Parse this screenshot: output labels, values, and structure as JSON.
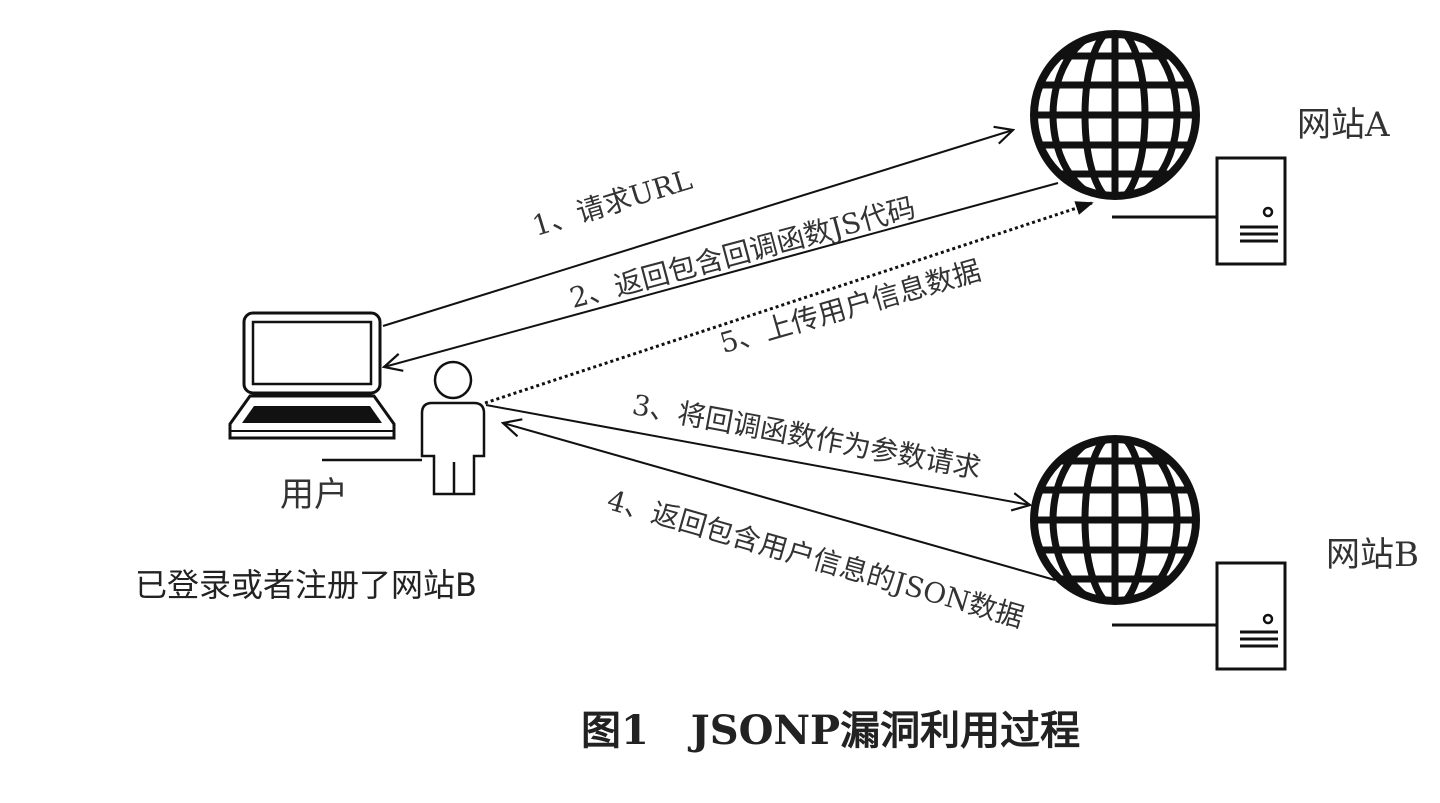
{
  "nodes": {
    "site_a": {
      "label": "网站A"
    },
    "site_b": {
      "label": "网站B"
    },
    "user": {
      "label": "用户"
    }
  },
  "note": "已登录或者注册了网站B",
  "steps": {
    "s1": "1、请求URL",
    "s2": "2、返回包含回调函数JS代码",
    "s3": "3、将回调函数作为参数请求",
    "s4": "4、返回包含用户信息的JSON数据",
    "s5": "5、上传用户信息数据"
  },
  "caption": {
    "number": "图1",
    "title": "JSONP漏洞利用过程"
  },
  "colors": {
    "stroke": "#111111",
    "text": "#333333",
    "background": "#ffffff"
  }
}
